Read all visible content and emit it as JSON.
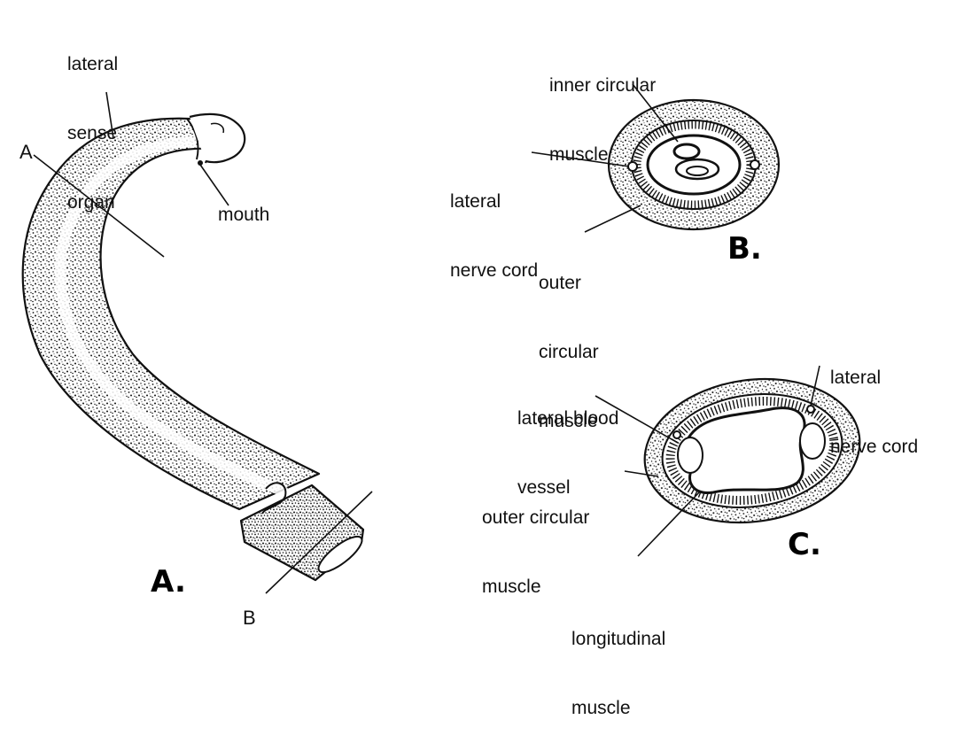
{
  "worm": {
    "labels": {
      "lateral_sense_organ": [
        "lateral",
        "sense",
        "organ"
      ],
      "mouth": "mouth",
      "section_a": "A",
      "section_b": "B"
    },
    "panel": "A."
  },
  "section_b": {
    "labels": {
      "inner_circular_muscle": [
        "inner circular",
        "muscle"
      ],
      "lateral_nerve_cord": [
        "lateral",
        "nerve cord"
      ],
      "outer_circular_muscle": [
        "outer",
        "circular",
        "muscle"
      ]
    },
    "panel": "B."
  },
  "section_c": {
    "labels": {
      "lateral_nerve_cord": [
        "lateral",
        "nerve cord"
      ],
      "lateral_blood_vessel": [
        "lateral blood",
        "vessel"
      ],
      "outer_circular_muscle": [
        "outer circular",
        "muscle"
      ],
      "longitudinal_muscle": [
        "longitudinal",
        "muscle"
      ]
    },
    "panel": "C."
  },
  "colors": {
    "ink": "#111111",
    "paper": "#ffffff"
  }
}
